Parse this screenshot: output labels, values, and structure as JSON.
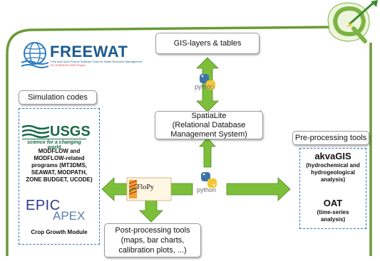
{
  "brand": {
    "name": "FREEWAT",
    "subtitle": "Free and Open Source Software Tools for Water Resource Management",
    "project": "EU HORIZON 2020 Project"
  },
  "boxes": {
    "gis": "GIS-layers & tables",
    "spatialite": [
      "SpatiaLite",
      "(Relational Database",
      "Management System)"
    ],
    "simulation": "Simulation codes",
    "preprocessing": "Pre-processing tools",
    "postprocessing": [
      "Post-processing tools",
      "(maps, bar charts,",
      "calibration plots, ...)"
    ]
  },
  "simulation_panel": {
    "usgs_logo": "USGS",
    "usgs_tagline": "science for a changing world",
    "programs": [
      "MODFLOW and",
      "MODFLOW-related",
      "programs (MT3DMS,",
      "SEAWAT, MODPATH,",
      "ZONE BUDGET, UCODE)"
    ],
    "epic_logo": "EPIC",
    "apex_logo": "APEX",
    "crop": "Crop Growth Module"
  },
  "preprocessing_panel": {
    "akvagis": "akvaGIS",
    "akvagis_desc": [
      "(hydrochemical and",
      "hydrogeological",
      "analysis)"
    ],
    "oat": "OAT",
    "oat_desc": [
      "(time-series",
      "analysis)"
    ]
  },
  "python_labels": [
    "python",
    "python"
  ],
  "flopy_label": "FloPy",
  "colors": {
    "arrow_green": "#7dbf3a",
    "panel_border": "#2f74c0",
    "frame_green": "#6b9a36",
    "qgis_green": "#7cb342",
    "qgis_yellow": "#f2c230"
  }
}
